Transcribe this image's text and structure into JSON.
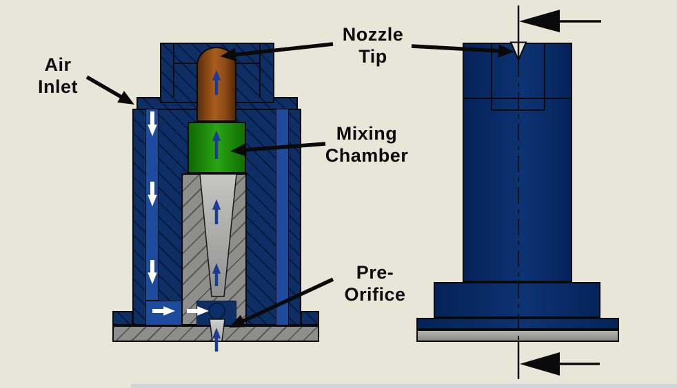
{
  "figure": {
    "type": "engineering cutaway diagram",
    "subject": "Air induction spray nozzle: sectioned view (left) and external side view (right)"
  },
  "labels": {
    "air_inlet": [
      "Air",
      "Inlet"
    ],
    "nozzle_tip": [
      "Nozzle",
      "Tip"
    ],
    "mixing_chamber": [
      "Mixing",
      "Chamber"
    ],
    "pre_orifice": [
      "Pre-",
      "Orifice"
    ]
  },
  "views": {
    "left": "cross-section view",
    "right": "side view with centerline and datum arrows"
  },
  "colors": {
    "bg": "#e8e6d9",
    "outline": "#0a0a0a",
    "navy_section": "#0d2f66",
    "navy_solid": "#0a2d68",
    "channel_blue": "#1d4b9d",
    "green_chamber": "#2aa413",
    "brown_tip": "#a85e20",
    "gray_section": "#8e8e8c",
    "gray_channel": "#c2c2c0",
    "flow_arrow_blue": "#1b3e94",
    "flow_arrow_white": "#ffffff",
    "footer_strip": "#ccd1d9"
  }
}
